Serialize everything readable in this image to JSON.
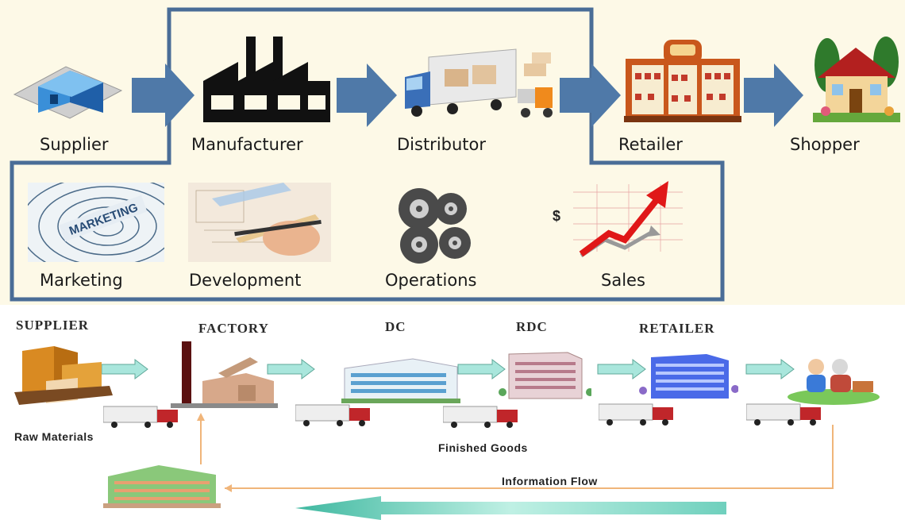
{
  "top": {
    "chain": [
      {
        "id": "supplier",
        "label": "Supplier"
      },
      {
        "id": "manufacturer",
        "label": "Manufacturer"
      },
      {
        "id": "distributor",
        "label": "Distributor"
      },
      {
        "id": "retailer",
        "label": "Retailer"
      },
      {
        "id": "shopper",
        "label": "Shopper"
      }
    ],
    "functions": [
      {
        "id": "marketing",
        "label": "Marketing",
        "sign_text": "MARKETING"
      },
      {
        "id": "development",
        "label": "Development"
      },
      {
        "id": "operations",
        "label": "Operations"
      },
      {
        "id": "sales",
        "label": "Sales",
        "currency_symbol": "$"
      }
    ]
  },
  "bottom": {
    "stages": [
      {
        "id": "supplier",
        "caption": "SUPPLIER"
      },
      {
        "id": "factory",
        "caption": "FACTORY"
      },
      {
        "id": "dc",
        "caption": "DC"
      },
      {
        "id": "rdc",
        "caption": "RDC"
      },
      {
        "id": "retailer",
        "caption": "RETAILER"
      }
    ],
    "labels": {
      "raw_materials": "Raw Materials",
      "finished_goods": "Finished Goods",
      "information_flow": "Information Flow"
    }
  },
  "colors": {
    "arrow_blue": "#4f79a8",
    "border_blue": "#4a6d97",
    "top_bg": "#fdf9e7",
    "teal_arrow": "#8fd8cc",
    "flow_line": "#f0b57a",
    "truck_red": "#c0262a"
  }
}
